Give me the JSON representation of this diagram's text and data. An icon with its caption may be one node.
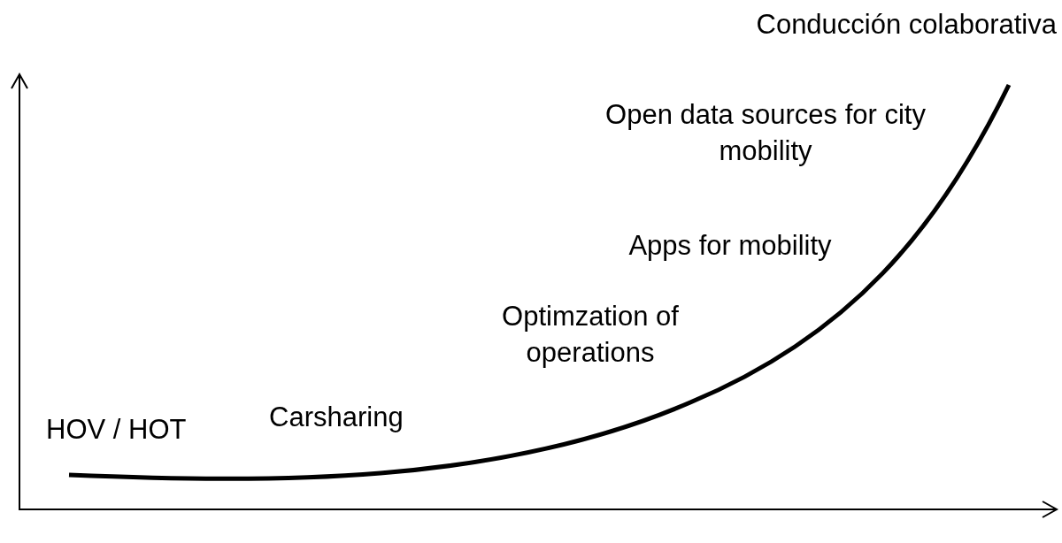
{
  "diagram": {
    "labels": [
      "Conducción colaborativa",
      "Open data sources for city mobility",
      "Apps for mobility",
      "Optimzation of operations",
      "HOV / HOT",
      "Carsharing"
    ]
  }
}
